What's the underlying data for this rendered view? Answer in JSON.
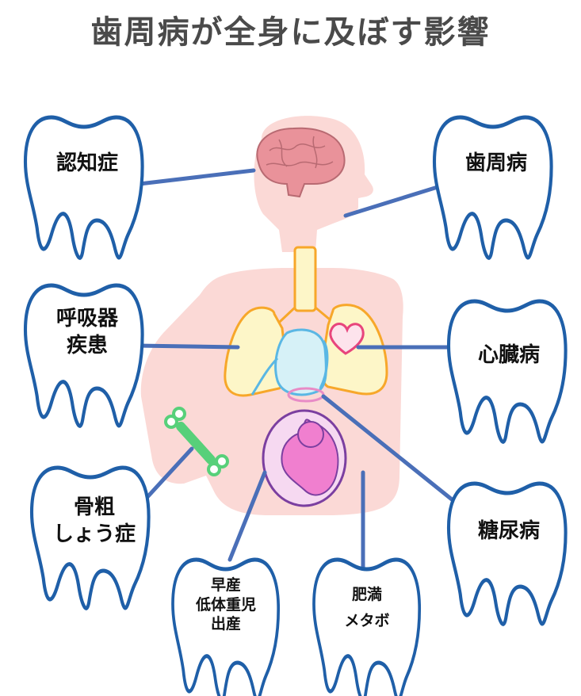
{
  "title": "歯周病が全身に及ぼす影響",
  "colors": {
    "tooth_outline": "#1f5fa8",
    "connector": "#4a6fb8",
    "body": "#fbd9d6",
    "lungs_fill": "#fdf6c8",
    "lungs_outline": "#f7a72a",
    "heart": "#e8457c",
    "uterus": "#7b3fa0",
    "fetus": "#f07fcf",
    "bone": "#57d07a"
  },
  "labels": {
    "dementia": "認知症",
    "periodontal": "歯周病",
    "respiratory_1": "呼吸器",
    "respiratory_2": "疾患",
    "heart_disease": "心臓病",
    "osteoporosis_1": "骨粗",
    "osteoporosis_2": "しょう症",
    "diabetes": "糖尿病",
    "preterm_1": "早産",
    "preterm_2": "低体重児",
    "preterm_3": "出産",
    "obesity_1": "肥満",
    "obesity_2": "メタボ"
  }
}
